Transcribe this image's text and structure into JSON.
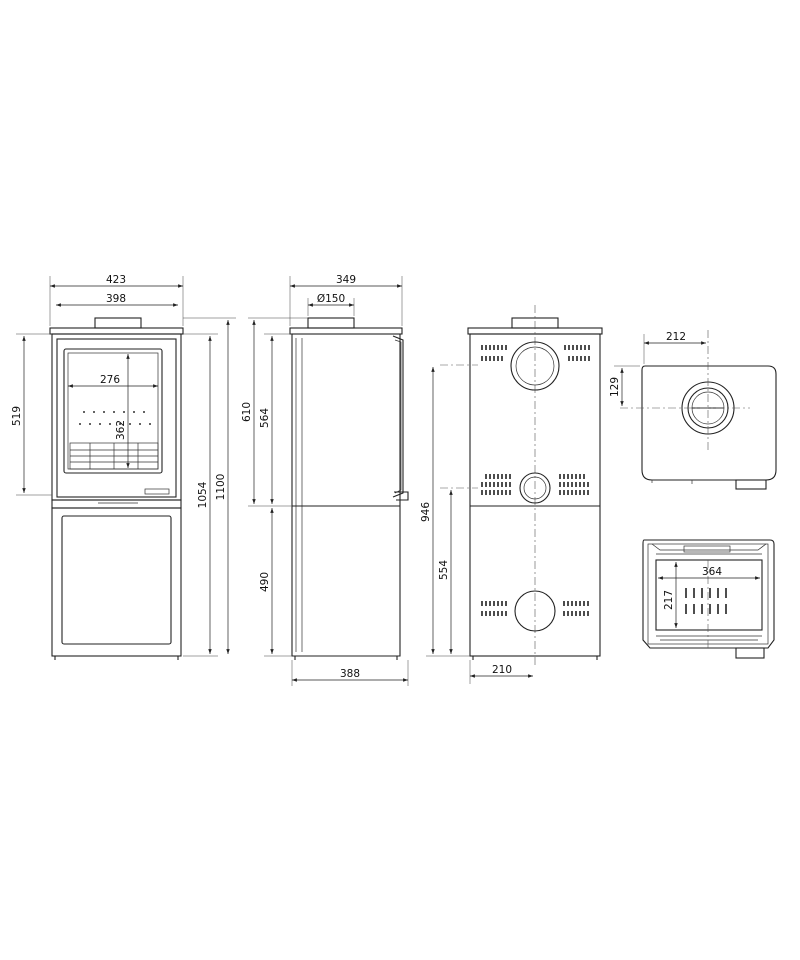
{
  "dimensions": {
    "front_total_width": "423",
    "front_body_width": "398",
    "window_width": "276",
    "window_height": "362",
    "upper_height": "519",
    "body_height": "1054",
    "total_height": "1100",
    "side_top_width": "349",
    "flue_diameter": "Ø150",
    "side_upper_height": "610",
    "side_mid_height": "564",
    "side_lower_height": "490",
    "side_depth": "388",
    "rear_outlet_height": "946",
    "rear_lower_outlet_height": "554",
    "rear_offset": "210",
    "top_offset_x": "212",
    "top_offset_y": "129",
    "firebox_width": "364",
    "firebox_height": "217"
  },
  "colors": {
    "line": "#222222",
    "background": "#ffffff"
  }
}
